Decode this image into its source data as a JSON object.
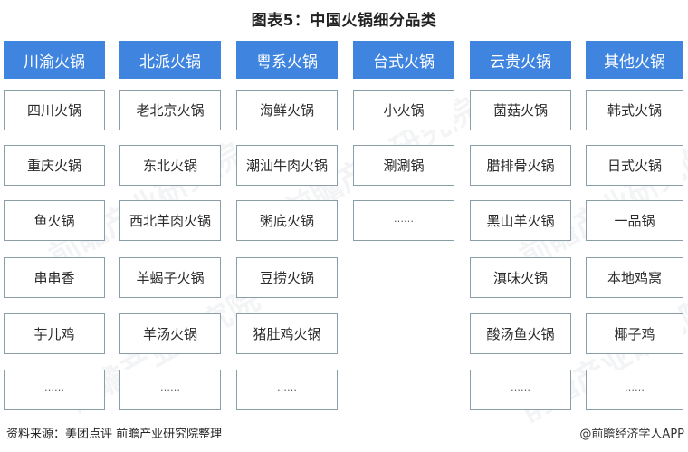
{
  "title": "图表5：中国火锅细分品类",
  "watermark": "前瞻产业研究院",
  "columns": [
    {
      "header": "川渝火锅",
      "items": [
        "四川火锅",
        "重庆火锅",
        "鱼火锅",
        "串串香",
        "芋儿鸡",
        "……"
      ]
    },
    {
      "header": "北派火锅",
      "items": [
        "老北京火锅",
        "东北火锅",
        "西北羊肉火锅",
        "羊蝎子火锅",
        "羊汤火锅",
        "……"
      ]
    },
    {
      "header": "粤系火锅",
      "items": [
        "海鲜火锅",
        "潮汕牛肉火锅",
        "粥底火锅",
        "豆捞火锅",
        "猪肚鸡火锅",
        "……"
      ]
    },
    {
      "header": "台式火锅",
      "items": [
        "小火锅",
        "涮涮锅",
        "……"
      ]
    },
    {
      "header": "云贵火锅",
      "items": [
        "菌菇火锅",
        "腊排骨火锅",
        "黑山羊火锅",
        "滇味火锅",
        "酸汤鱼火锅",
        "……"
      ]
    },
    {
      "header": "其他火锅",
      "items": [
        "韩式火锅",
        "日式火锅",
        "一品锅",
        "本地鸡窝",
        "椰子鸡",
        "……"
      ]
    }
  ],
  "footer": {
    "source": "资料来源：美团点评 前瞻产业研究院整理",
    "credit": "@前瞻经济学人APP"
  },
  "colors": {
    "header_bg": "#3f85e0",
    "cell_border": "#8a9ea8"
  }
}
